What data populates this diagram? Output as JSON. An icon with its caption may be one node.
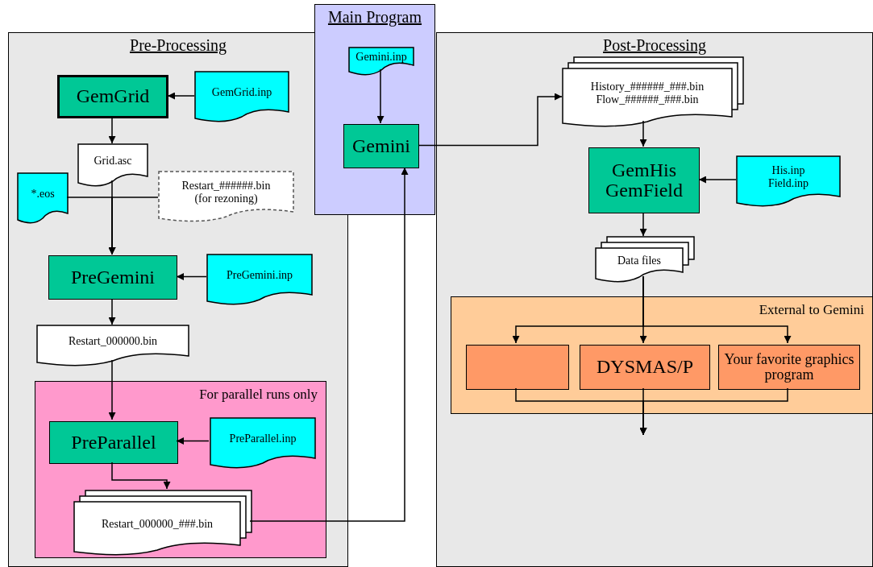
{
  "diagram": {
    "nodes": [
      {
        "text": [
          "Pre-Processing"
        ]
      },
      {
        "text": [
          "Main Program"
        ]
      },
      {
        "text": [
          "Post-Processing"
        ]
      },
      {
        "text": [
          "GemGrid"
        ],
        "in": 0
      },
      {
        "text": [
          "GemGrid.inp"
        ],
        "in": 0
      },
      {
        "text": [
          "Grid.asc"
        ],
        "in": 0
      },
      {
        "text": [
          "*.eos"
        ],
        "in": 0
      },
      {
        "text": [
          "Restart_######.bin (for rezoning)"
        ],
        "in": 0
      },
      {
        "text": [
          "PreGemini"
        ],
        "in": 0
      },
      {
        "text": [
          "PreGemini.inp"
        ],
        "in": 0
      },
      {
        "text": [
          "Restart_000000.bin"
        ],
        "in": 0
      },
      {
        "text": [
          "For parallel runs only"
        ],
        "in": 0
      },
      {
        "text": [
          "PreParallel"
        ],
        "in": 11
      },
      {
        "text": [
          "PreParallel.inp"
        ],
        "in": 11
      },
      {
        "text": [
          "Restart_000000_###.bin"
        ],
        "in": 11
      },
      {
        "text": [
          "Gemini.inp"
        ],
        "in": 1
      },
      {
        "text": [
          "Gemini"
        ],
        "in": 1
      },
      {
        "text": [
          "History_######_###.bin Flow_######_###.bin"
        ],
        "in": 2
      },
      {
        "text": [
          "GemHis GemField"
        ],
        "in": 2
      },
      {
        "text": [
          "His.inp Field.inp"
        ],
        "in": 2
      },
      {
        "text": [
          "Data files"
        ],
        "in": 2
      },
      {
        "text": [
          "External to Gemini"
        ],
        "in": 2
      },
      {
        "text": [],
        "shape": "box",
        "in": 21
      },
      {
        "text": [
          "DYSMAS/P"
        ],
        "in": 21
      },
      {
        "text": [
          "Your favorite graphics program"
        ],
        "in": 21
      }
    ],
    "edges": [
      {
        "from": 4,
        "to": 3,
        "arrow": "to"
      },
      {
        "from": 3,
        "to": 5,
        "arrow": "to"
      },
      {
        "from": 5,
        "to": 8,
        "arrow": "to"
      },
      {
        "from": 6,
        "to": 8,
        "arrow": "to"
      },
      {
        "from": 7,
        "to": 8,
        "arrow": "to"
      },
      {
        "from": 9,
        "to": 8,
        "arrow": "to"
      },
      {
        "from": 8,
        "to": 10,
        "arrow": "to"
      },
      {
        "from": 10,
        "to": 12,
        "arrow": "to"
      },
      {
        "from": 13,
        "to": 12,
        "arrow": "to"
      },
      {
        "from": 12,
        "to": 14,
        "arrow": "to"
      },
      {
        "from": 14,
        "to": 16,
        "arrow": "to"
      },
      {
        "from": 15,
        "to": 16,
        "arrow": "to"
      },
      {
        "from": 16,
        "to": 17,
        "arrow": "to"
      },
      {
        "from": 17,
        "to": 18,
        "arrow": "to"
      },
      {
        "from": 19,
        "to": 18,
        "arrow": "to"
      },
      {
        "from": 18,
        "to": 20,
        "arrow": "to"
      },
      {
        "from": 20,
        "to": 22,
        "arrow": "to"
      },
      {
        "from": 20,
        "to": 23,
        "arrow": "to"
      },
      {
        "from": 20,
        "to": 24,
        "arrow": "to"
      },
      {
        "from": 22,
        "to": null,
        "arrow": "to"
      },
      {
        "from": 23,
        "to": null,
        "arrow": "to"
      },
      {
        "from": 24,
        "to": null,
        "arrow": "to"
      }
    ]
  }
}
